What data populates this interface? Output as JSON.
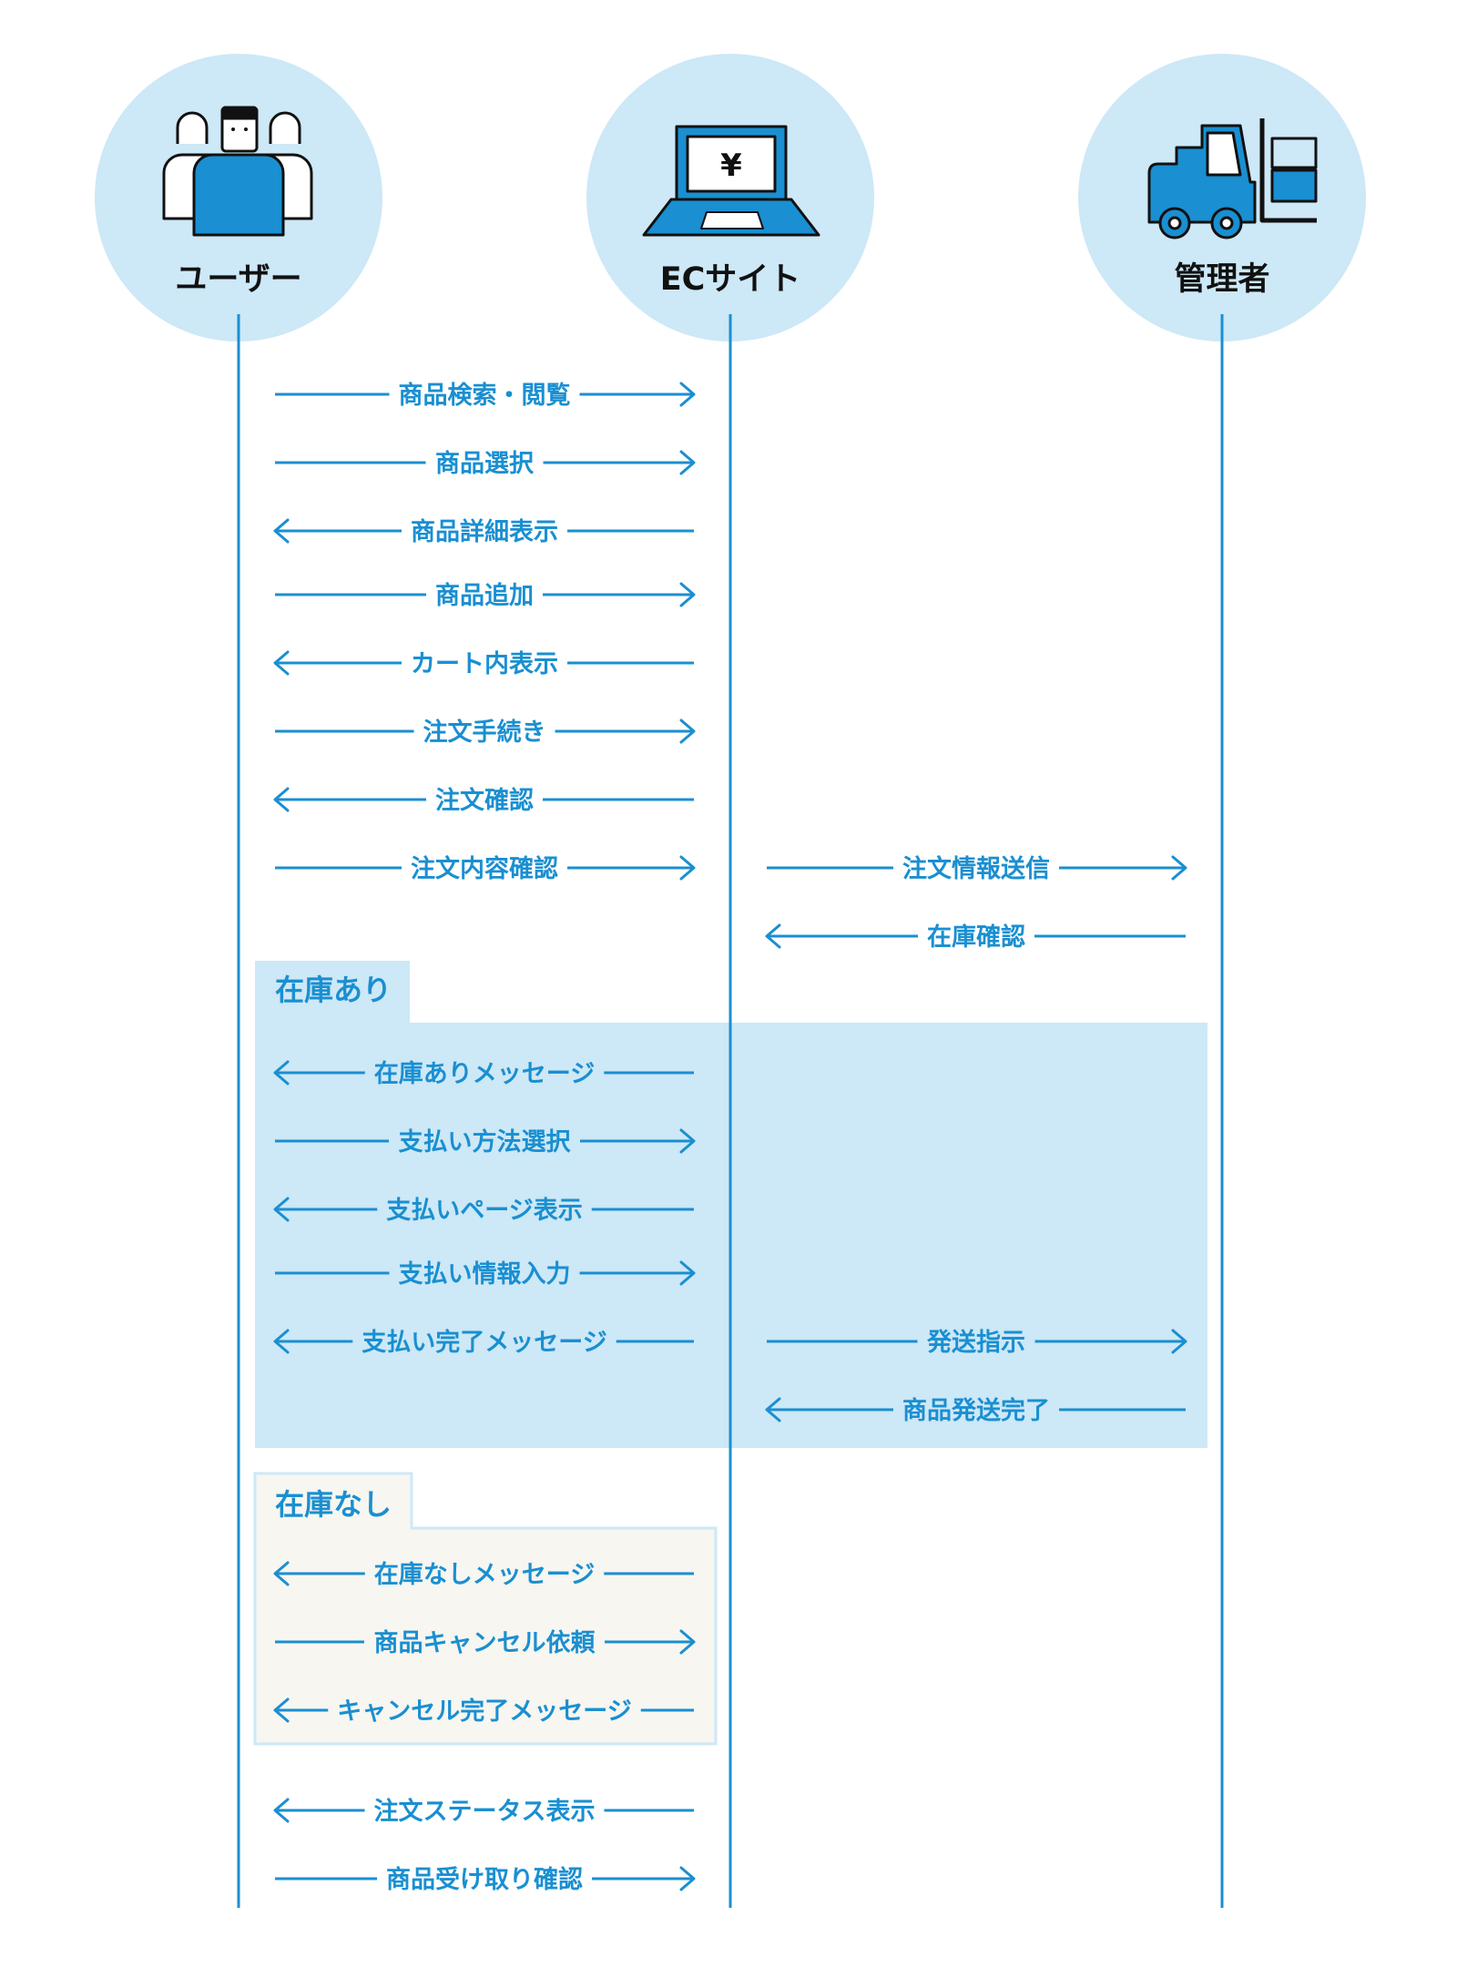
{
  "actors": [
    {
      "id": "user",
      "label": "ユーザー",
      "icon": "users-icon"
    },
    {
      "id": "ec",
      "label": "ECサイト",
      "icon": "laptop-yen-icon",
      "icon_text": "¥"
    },
    {
      "id": "admin",
      "label": "管理者",
      "icon": "forklift-icon"
    }
  ],
  "frames": {
    "in_stock": {
      "label": "在庫あり",
      "fill": "#cde8f6"
    },
    "out_of_stock": {
      "label": "在庫なし",
      "fill": "#f7f6f1",
      "border": "#cde8f6"
    }
  },
  "messages": [
    {
      "label": "商品検索・閲覧",
      "from": "user",
      "to": "ec"
    },
    {
      "label": "商品選択",
      "from": "user",
      "to": "ec"
    },
    {
      "label": "商品詳細表示",
      "from": "ec",
      "to": "user"
    },
    {
      "label": "商品追加",
      "from": "user",
      "to": "ec"
    },
    {
      "label": "カート内表示",
      "from": "ec",
      "to": "user"
    },
    {
      "label": "注文手続き",
      "from": "user",
      "to": "ec"
    },
    {
      "label": "注文確認",
      "from": "ec",
      "to": "user"
    },
    {
      "label": "注文内容確認",
      "from": "user",
      "to": "ec"
    },
    {
      "label": "注文情報送信",
      "from": "ec",
      "to": "admin"
    },
    {
      "label": "在庫確認",
      "from": "admin",
      "to": "ec"
    },
    {
      "label": "在庫ありメッセージ",
      "from": "ec",
      "to": "user"
    },
    {
      "label": "支払い方法選択",
      "from": "user",
      "to": "ec"
    },
    {
      "label": "支払いページ表示",
      "from": "ec",
      "to": "user"
    },
    {
      "label": "支払い情報入力",
      "from": "user",
      "to": "ec"
    },
    {
      "label": "支払い完了メッセージ",
      "from": "ec",
      "to": "user"
    },
    {
      "label": "発送指示",
      "from": "ec",
      "to": "admin"
    },
    {
      "label": "商品発送完了",
      "from": "admin",
      "to": "ec"
    },
    {
      "label": "在庫なしメッセージ",
      "from": "ec",
      "to": "user"
    },
    {
      "label": "商品キャンセル依頼",
      "from": "user",
      "to": "ec"
    },
    {
      "label": "キャンセル完了メッセージ",
      "from": "ec",
      "to": "user"
    },
    {
      "label": "注文ステータス表示",
      "from": "ec",
      "to": "user"
    },
    {
      "label": "商品受け取り確認",
      "from": "user",
      "to": "ec"
    }
  ],
  "colors": {
    "accent": "#1a8fd1",
    "circle": "#cde8f6",
    "icon_fill": "#1a8fd1",
    "text_dark": "#111111"
  }
}
